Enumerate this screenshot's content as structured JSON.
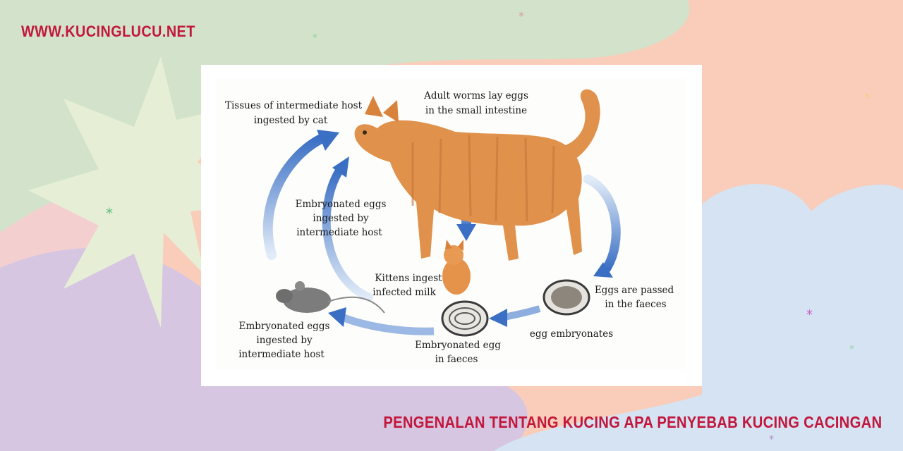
{
  "header": {
    "site_url": "WWW.KUCINGLUCU.NET"
  },
  "footer": {
    "title": "PENGENALAN TENTANG KUCING APA PENYEBAB KUCING CACINGAN"
  },
  "colors": {
    "accent": "#c2173c",
    "arrow_blue": "#3a6fc4",
    "cat_orange": "#e0924c"
  },
  "diagram": {
    "labels": {
      "tissues": [
        "Tissues of intermediate host",
        "ingested by cat"
      ],
      "adult_worms": [
        "Adult worms lay eggs",
        "in the small intestine"
      ],
      "embryonated_ingested_upper": [
        "Embryonated eggs",
        "ingested by",
        "intermediate host"
      ],
      "kittens": [
        "Kittens ingest",
        "infected milk"
      ],
      "eggs_passed": [
        "Eggs are passed",
        "in the faeces"
      ],
      "egg_embryonates": [
        "egg embryonates"
      ],
      "embryonated_ingested_lower": [
        "Embryonated eggs",
        "ingested by",
        "intermediate host"
      ],
      "embryonated_egg_faeces": [
        "Embryonated egg",
        "in faeces"
      ]
    }
  }
}
